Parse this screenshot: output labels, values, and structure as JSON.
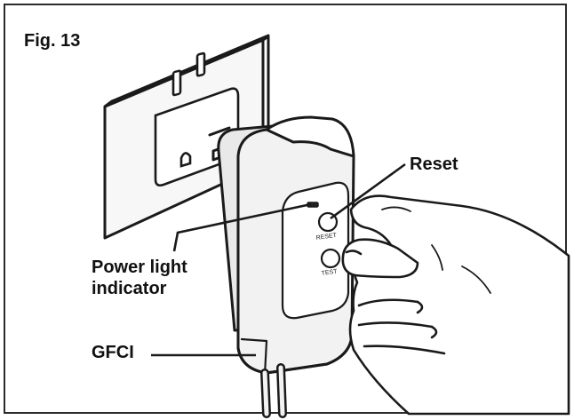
{
  "figure": {
    "title": "Fig. 13",
    "labels": {
      "reset": "Reset",
      "power_line1": "Power light",
      "power_line2": "indicator",
      "gfci": "GFCI"
    },
    "device_buttons": {
      "reset_text": "RESET",
      "test_text": "TEST"
    }
  },
  "colors": {
    "ink": "#1a1a1a",
    "device_fill": "#f2f2f2",
    "plate_fill": "#f7f7f7"
  }
}
